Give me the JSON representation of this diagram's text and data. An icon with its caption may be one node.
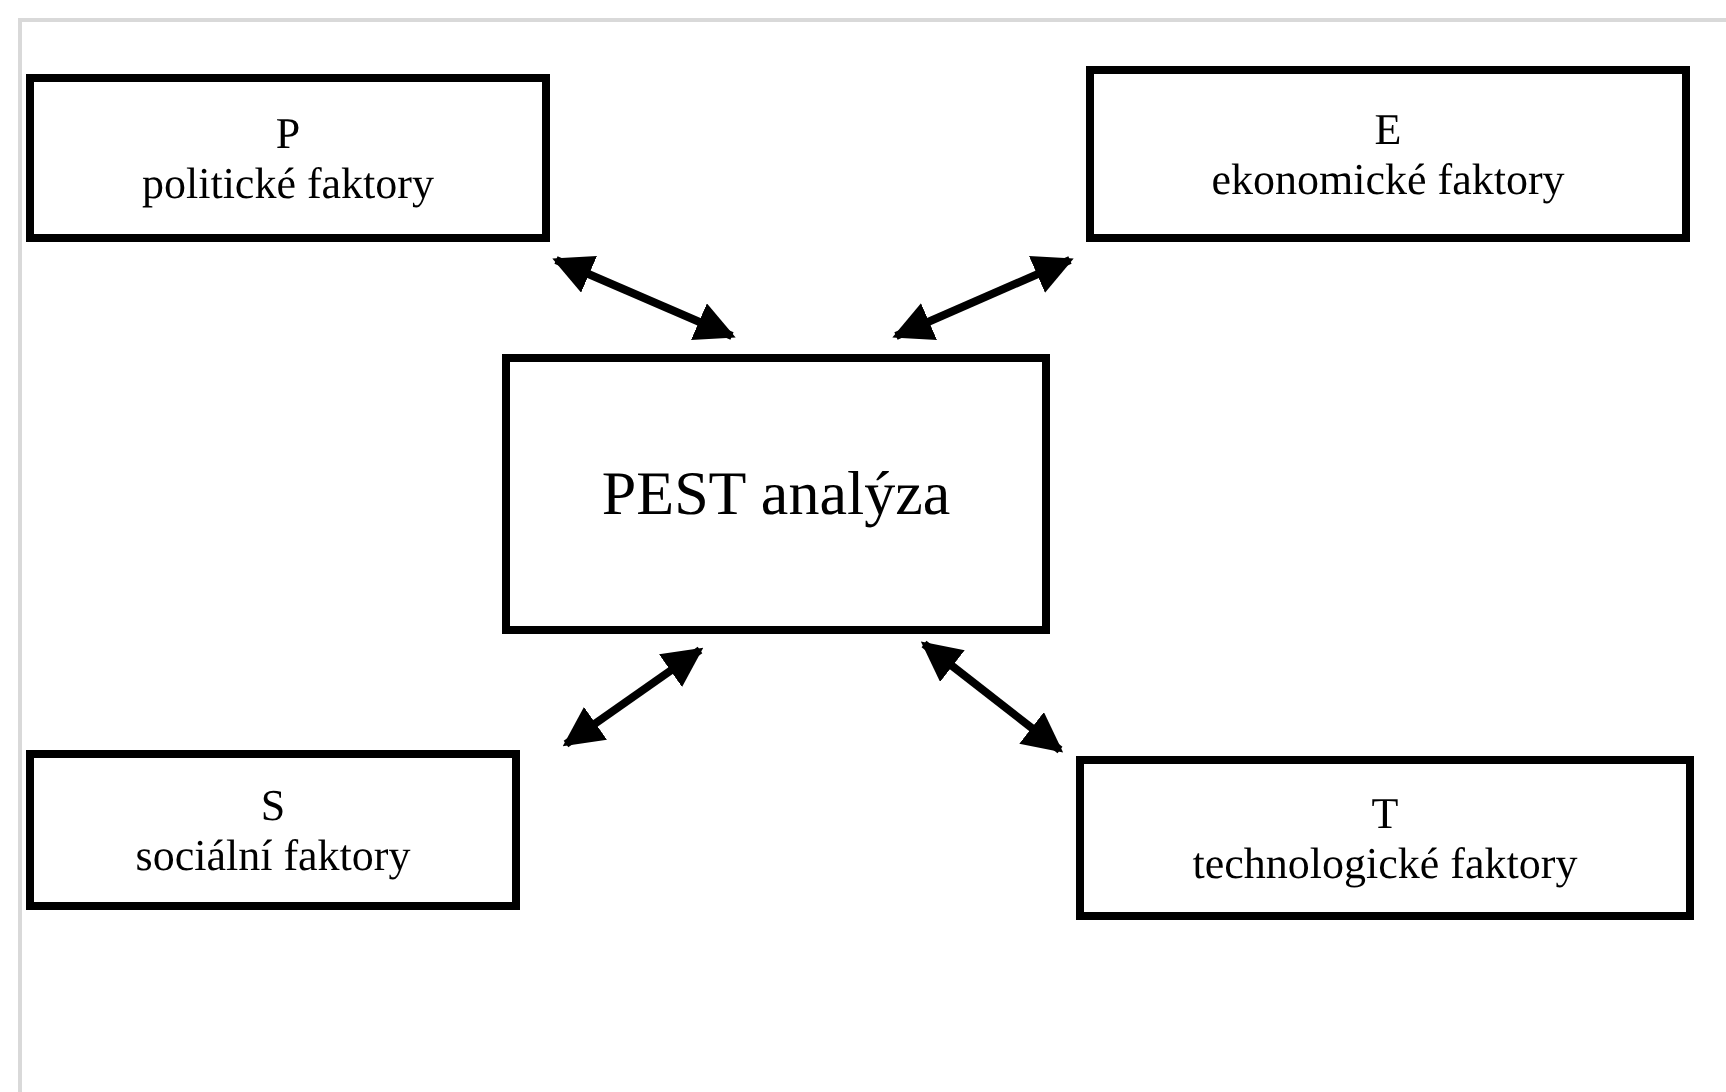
{
  "diagram": {
    "nodes": [
      {
        "text": [
          "P",
          "politické faktory"
        ]
      },
      {
        "text": [
          "E",
          "ekonomické faktory"
        ]
      },
      {
        "text": [
          "PEST analýza"
        ]
      },
      {
        "text": [
          "S",
          "sociální faktory"
        ]
      },
      {
        "text": [
          "T",
          "technologické faktory"
        ]
      }
    ],
    "edges": [
      {
        "from": 2,
        "to": 0,
        "arrow": "both"
      },
      {
        "from": 2,
        "to": 1,
        "arrow": "both"
      },
      {
        "from": 2,
        "to": 3,
        "arrow": "both"
      },
      {
        "from": 2,
        "to": 4,
        "arrow": "both"
      }
    ]
  }
}
